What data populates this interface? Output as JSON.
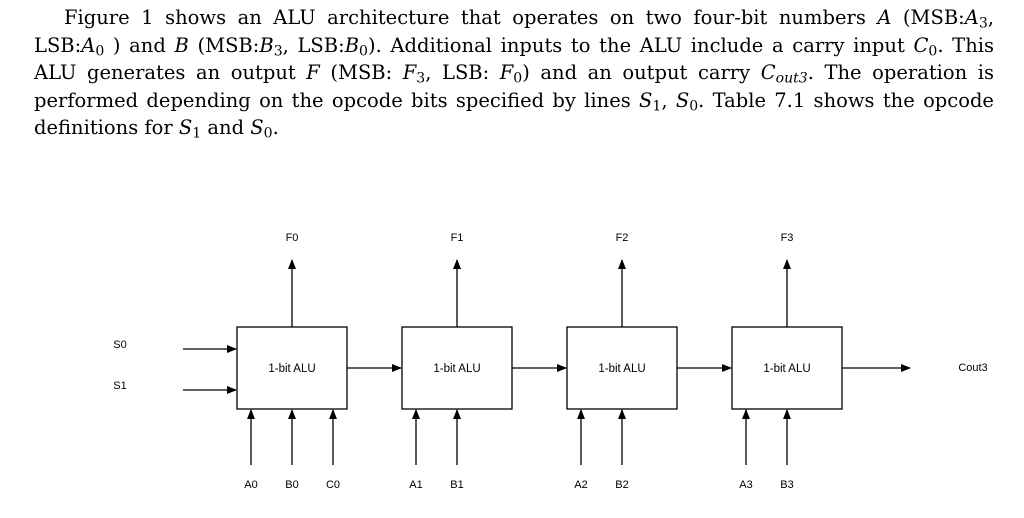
{
  "paragraph": [
    {
      "t": "Figure 1 shows an ALU architecture that operates on two four-bit numbers "
    },
    {
      "i": "A"
    },
    {
      "t": " (MSB:"
    },
    {
      "i": "A",
      "sub": "3"
    },
    {
      "t": ", LSB:"
    },
    {
      "i": "A",
      "sub": "0"
    },
    {
      "t": " ) and "
    },
    {
      "i": "B"
    },
    {
      "t": " (MSB:"
    },
    {
      "i": "B",
      "sub": "3"
    },
    {
      "t": ", LSB:"
    },
    {
      "i": "B",
      "sub": "0"
    },
    {
      "t": "). Additional inputs to the ALU include a carry input "
    },
    {
      "i": "C",
      "sub": "0"
    },
    {
      "t": ". This ALU generates an output "
    },
    {
      "i": "F"
    },
    {
      "t": " (MSB: "
    },
    {
      "i": "F",
      "sub": "3"
    },
    {
      "t": ", LSB: "
    },
    {
      "i": "F",
      "sub": "0"
    },
    {
      "t": ") and an output carry "
    },
    {
      "i": "C",
      "sub": "out3",
      "subItalic": true
    },
    {
      "t": ". The operation is performed depending on the opcode bits specified by lines "
    },
    {
      "i": "S",
      "sub": "1"
    },
    {
      "t": ", "
    },
    {
      "i": "S",
      "sub": "0"
    },
    {
      "t": ". Table 7.1 shows the opcode definitions for "
    },
    {
      "i": "S",
      "sub": "1"
    },
    {
      "t": " and "
    },
    {
      "i": "S",
      "sub": "0"
    },
    {
      "t": "."
    }
  ],
  "diagram": {
    "blocks": [
      {
        "label": "1-bit ALU",
        "output": "F0",
        "inputs": [
          "A0",
          "B0",
          "C0"
        ]
      },
      {
        "label": "1-bit ALU",
        "output": "F1",
        "inputs": [
          "A1",
          "B1"
        ]
      },
      {
        "label": "1-bit ALU",
        "output": "F2",
        "inputs": [
          "A2",
          "B2"
        ]
      },
      {
        "label": "1-bit ALU",
        "output": "F3",
        "inputs": [
          "A3",
          "B3"
        ]
      }
    ],
    "select_inputs": [
      "S0",
      "S1"
    ],
    "carry_out": "Cout3"
  }
}
